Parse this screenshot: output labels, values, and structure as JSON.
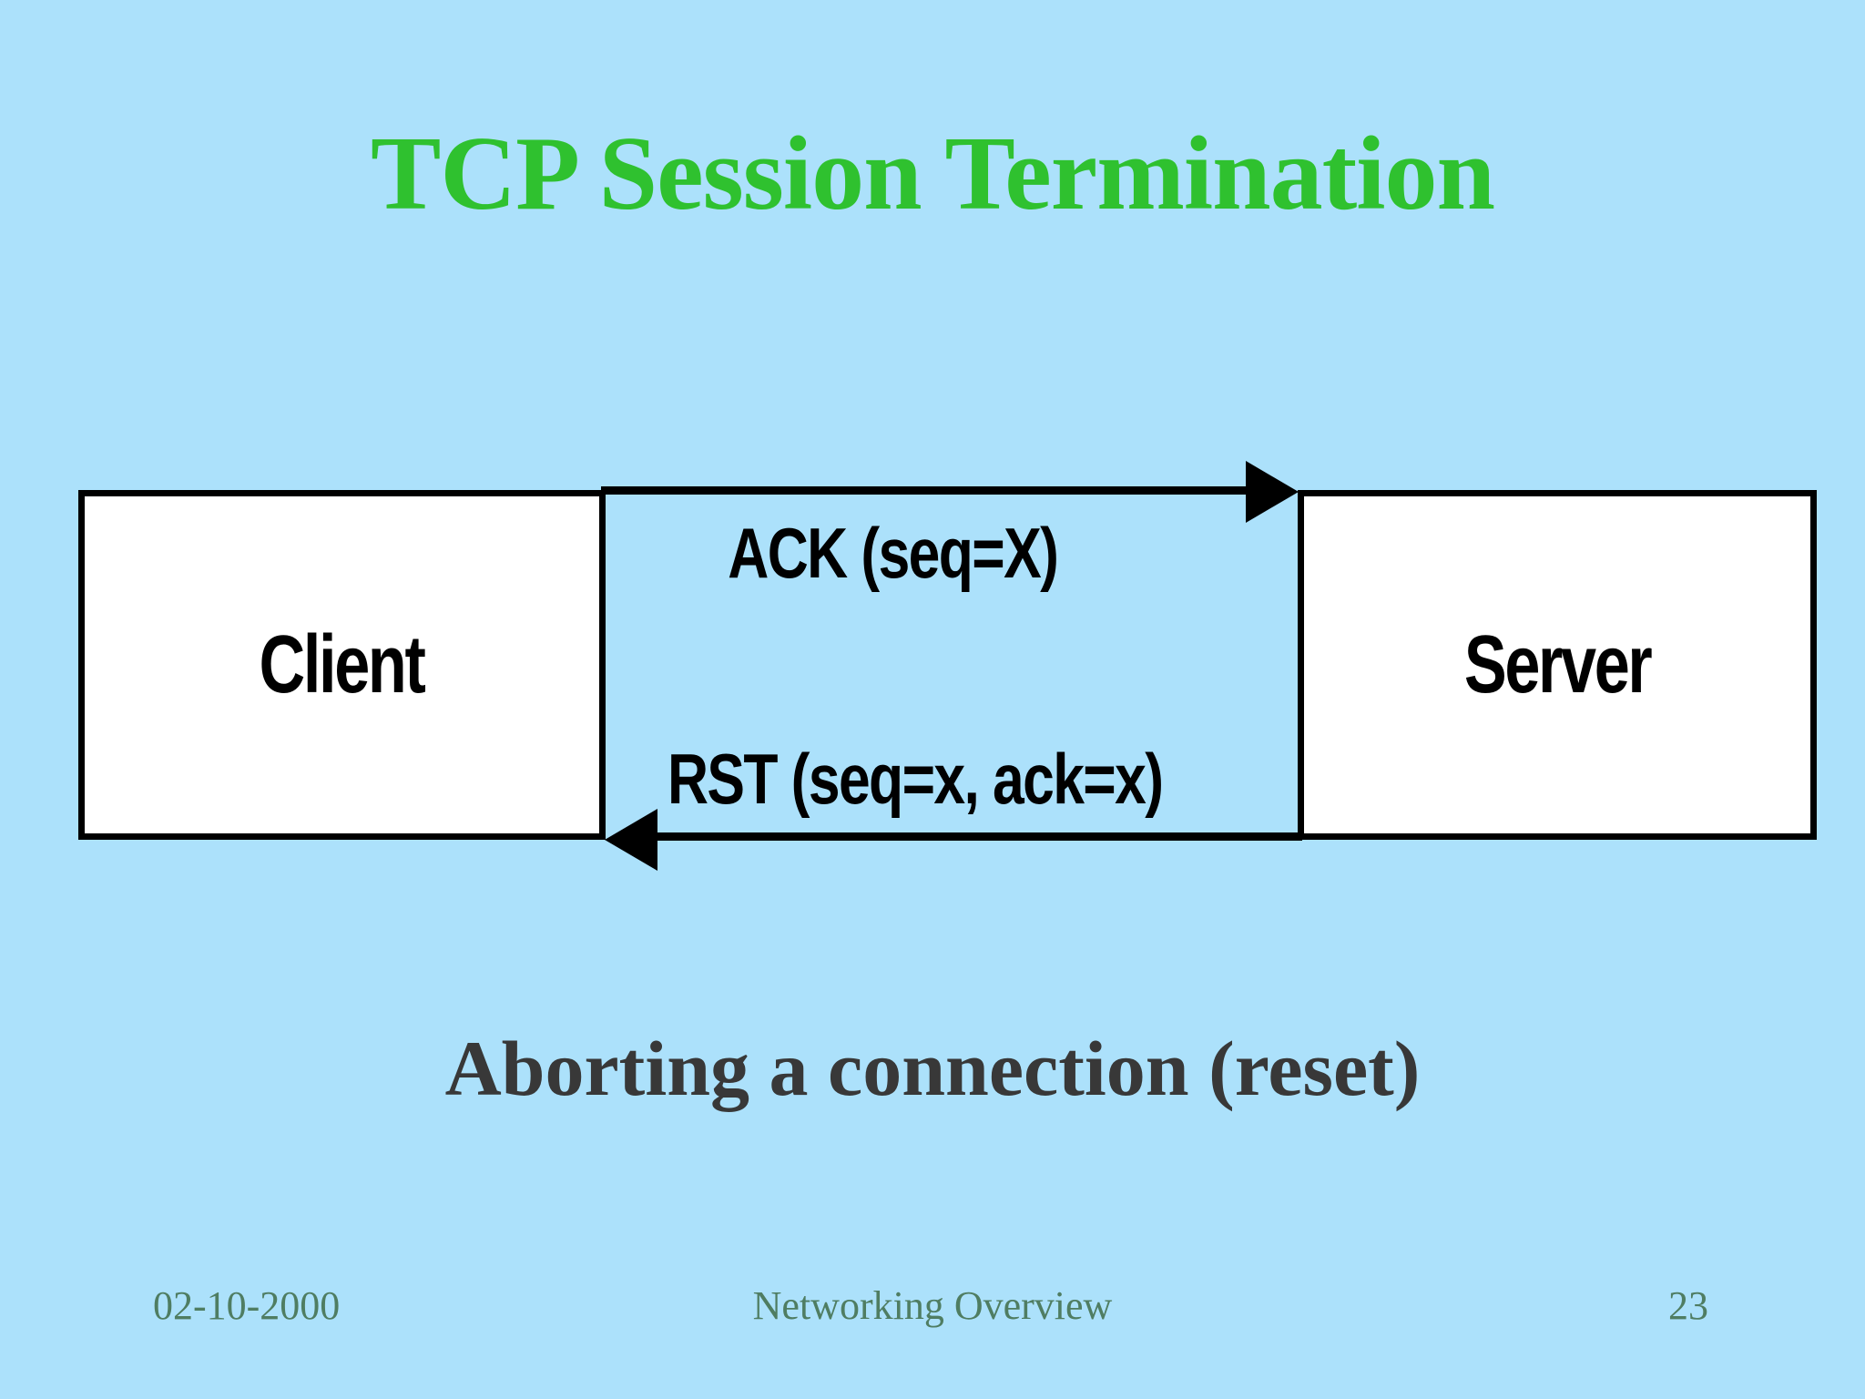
{
  "slide": {
    "title": "TCP Session Termination",
    "subtitle": "Aborting a connection (reset)",
    "diagram": {
      "client_label": "Client",
      "server_label": "Server",
      "messages": [
        {
          "label": "ACK (seq=X)",
          "from": "Client",
          "to": "Server",
          "direction": "right"
        },
        {
          "label": "RST (seq=x, ack=x)",
          "from": "Server",
          "to": "Client",
          "direction": "left"
        }
      ]
    },
    "footer": {
      "date": "02-10-2000",
      "deck_title": "Networking Overview",
      "page_number": "23"
    },
    "colors": {
      "background": "#ace1fb",
      "title_green": "#2fc12f",
      "box_fill": "#ffffff",
      "line_black": "#000000",
      "subtitle_gray": "#383838",
      "footer_green": "#4f7d62"
    }
  }
}
